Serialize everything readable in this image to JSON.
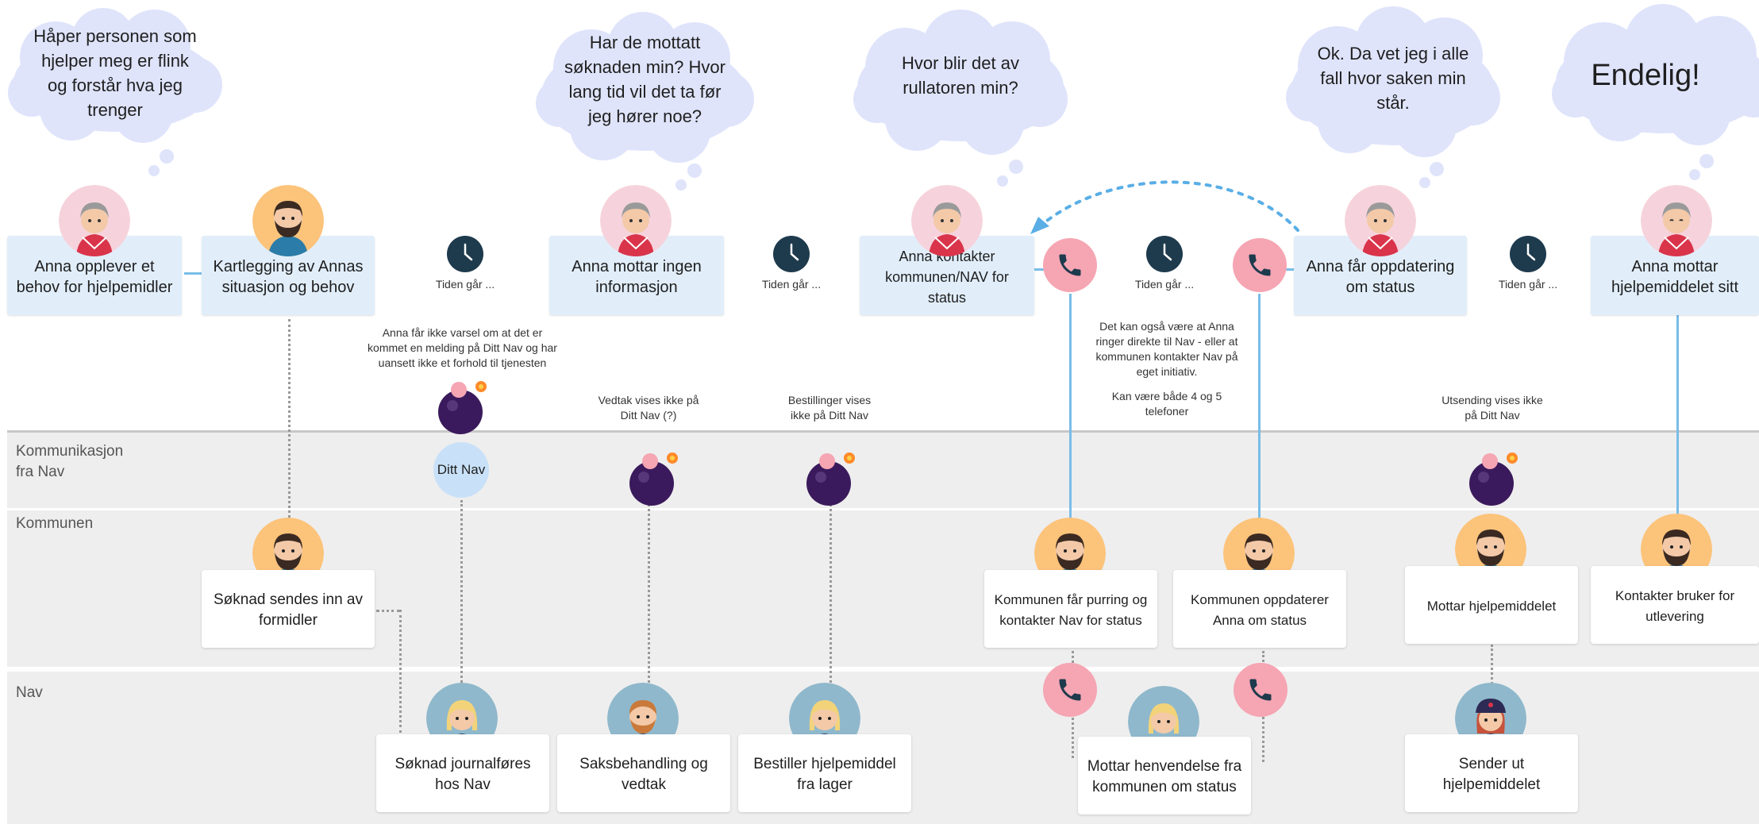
{
  "lanes": {
    "communication": "Kommunikasjon\nfra Nav",
    "municipality": "Kommunen",
    "nav": "Nav"
  },
  "thoughts": [
    "Håper personen som hjelper meg er flink og forstår hva jeg trenger",
    "Har de mottatt søknaden min? Hvor lang tid vil det ta før jeg hører noe?",
    "Hvor blir det av rullatoren min?",
    "Ok. Da vet jeg i alle fall hvor saken min står.",
    "Endelig!"
  ],
  "top_steps": [
    "Anna opplever et behov for hjelpemidler",
    "Kartlegging av Annas situasjon og behov",
    "Anna mottar ingen informasjon",
    "Anna kontakter kommunen/NAV for status",
    "Anna får oppdatering om status",
    "Anna mottar hjelpemiddelet sitt"
  ],
  "clock_labels": [
    "Tiden går ...",
    "Tiden går ...",
    "Tiden går ...",
    "Tiden går ..."
  ],
  "notes": {
    "ditt_nav_warning": "Anna får ikke varsel om at det er kommet en melding på Ditt Nav og har uansett ikke et forhold til tjenesten",
    "vedtak": "Vedtak vises ikke på Ditt Nav (?)",
    "bestillinger": "Bestillinger vises ikke på Ditt Nav",
    "direct_call": "Det kan også være at Anna ringer direkte til Nav - eller at kommunen kontakter Nav på eget initiativ.",
    "phones": "Kan være både 4 og 5 telefoner",
    "utsending": "Utsending vises ikke på Ditt Nav"
  },
  "ditt_nav_label": "Ditt Nav",
  "municipality_steps": [
    "Søknad sendes inn av formidler",
    "Kommunen får purring og kontakter Nav for status",
    "Kommunen oppdaterer Anna om status",
    "Mottar hjelpemiddelet",
    "Kontakter bruker for utlevering"
  ],
  "nav_steps": [
    "Søknad journalføres hos Nav",
    "Saksbehandling og vedtak",
    "Bestiller hjelpemiddel fra lager",
    "Mottar henvendelse fra kommunen om status",
    "Sender ut hjelpemiddelet"
  ],
  "icons": [
    "clock-icon",
    "phone-icon",
    "bomb-icon",
    "avatar-anna",
    "avatar-bearded-man",
    "avatar-blonde-woman",
    "avatar-redhead-man",
    "avatar-cap-woman"
  ],
  "colors": {
    "top_box": "#e1eefa",
    "cloud": "#dfe4fb",
    "lane": "#eeeeee",
    "phone": "#f6a5b3",
    "clock": "#1e3a4d",
    "blue_line": "#79bde8",
    "bomb": "#3a1a5c"
  }
}
